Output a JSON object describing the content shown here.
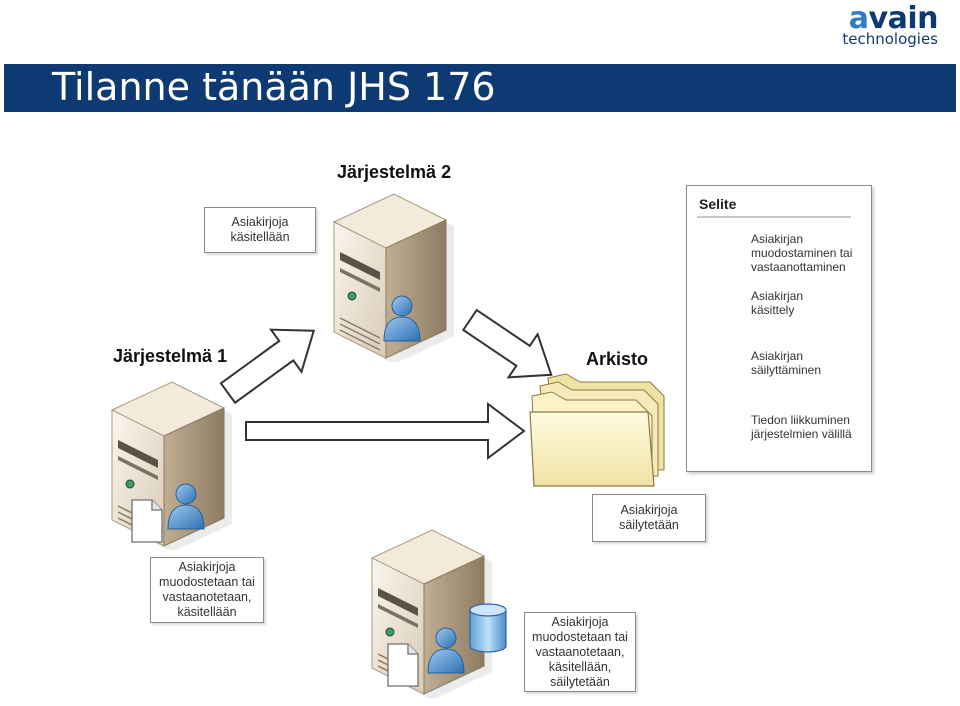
{
  "logo": {
    "brand_accent": "a",
    "brand_rest": "vain",
    "sub": "technologies"
  },
  "title": "Tilanne tänään JHS 176",
  "colors": {
    "title_bar": "#0d3a73",
    "logo_accent": "#2e7dc4"
  },
  "systems": {
    "sys1": "Järjestelmä 1",
    "sys2": "Järjestelmä 2",
    "archive": "Arkisto"
  },
  "notes": {
    "sys2": "Asiakirjoja\nkäsitellään",
    "sys1": "Asiakirjoja\nmuodostetaan tai\nvastaanotetaan,\nkäsitellään",
    "archive": "Asiakirjoja\nsäilytetään",
    "sys3": "Asiakirjoja\nmuodostetaan tai\nvastaanotetaan,\nkäsitellään,\nsäilytetään"
  },
  "legend": {
    "title": "Selite",
    "items": [
      {
        "icon": "document-icon",
        "text": "Asiakirjan\nmuodostaminen tai\nvastaanottaminen"
      },
      {
        "icon": "user-icon",
        "text": "Asiakirjan\nkäsittely"
      },
      {
        "icon": "database-icon",
        "text": "Asiakirjan\nsäilyttäminen"
      },
      {
        "icon": "arrow-icon",
        "text": "Tiedon liikkuminen\njärjestelmien välillä"
      }
    ]
  }
}
